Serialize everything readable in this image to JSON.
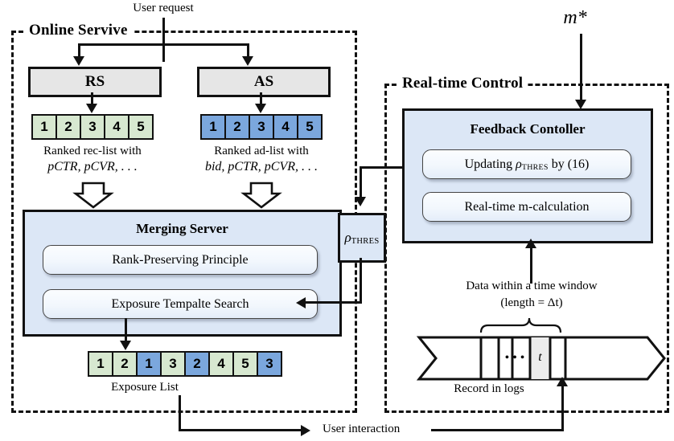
{
  "diagram": {
    "top_label": "User request",
    "control_input_label": "m*",
    "bottom_label": "User interaction"
  },
  "online_service": {
    "title": "Online Servive",
    "rs": {
      "label": "RS"
    },
    "as": {
      "label": "AS"
    },
    "rec_list": {
      "cells": [
        {
          "value": "1",
          "color": "green"
        },
        {
          "value": "2",
          "color": "green"
        },
        {
          "value": "3",
          "color": "green"
        },
        {
          "value": "4",
          "color": "green"
        },
        {
          "value": "5",
          "color": "green"
        }
      ],
      "caption_line1": "Ranked rec-list with",
      "caption_line2": "pCTR, pCVR, . . ."
    },
    "ad_list": {
      "cells": [
        {
          "value": "1",
          "color": "blue"
        },
        {
          "value": "2",
          "color": "blue"
        },
        {
          "value": "3",
          "color": "blue"
        },
        {
          "value": "4",
          "color": "blue"
        },
        {
          "value": "5",
          "color": "blue"
        }
      ],
      "caption_line1": "Ranked ad-list with",
      "caption_line2": "bid, pCTR, pCVR, . . ."
    },
    "merging_server": {
      "title": "Merging Server",
      "modules": [
        {
          "label": "Rank-Preserving Principle"
        },
        {
          "label": "Exposure Tempalte Search"
        }
      ]
    },
    "exposure_list": {
      "cells": [
        {
          "value": "1",
          "color": "green"
        },
        {
          "value": "2",
          "color": "green"
        },
        {
          "value": "1",
          "color": "blue"
        },
        {
          "value": "3",
          "color": "green"
        },
        {
          "value": "2",
          "color": "blue"
        },
        {
          "value": "4",
          "color": "green"
        },
        {
          "value": "5",
          "color": "green"
        },
        {
          "value": "3",
          "color": "blue"
        }
      ],
      "caption": "Exposure List"
    }
  },
  "threshold": {
    "symbol": "ρ",
    "subscript": "THRES"
  },
  "realtime_control": {
    "title": "Real-time Control",
    "feedback_controller": {
      "title": "Feedback Contoller",
      "modules": [
        {
          "label_pre": "Updating ",
          "symbol": "ρ",
          "subscript": "THRES",
          "label_post": " by (16)"
        },
        {
          "label": "Real-time m-calculation"
        }
      ]
    },
    "window_caption_line1": "Data within a time window",
    "window_caption_line2": "(length = Δt)",
    "log_caption": "Record in logs",
    "log_ellipsis": "• • •",
    "log_current_cell": "t"
  },
  "colors": {
    "green_cell": "#d7e8d0",
    "blue_cell": "#7ba7dd",
    "gray_box": "#e6e6e6",
    "panel_blue": "#dce7f6",
    "stroke": "#111111"
  }
}
